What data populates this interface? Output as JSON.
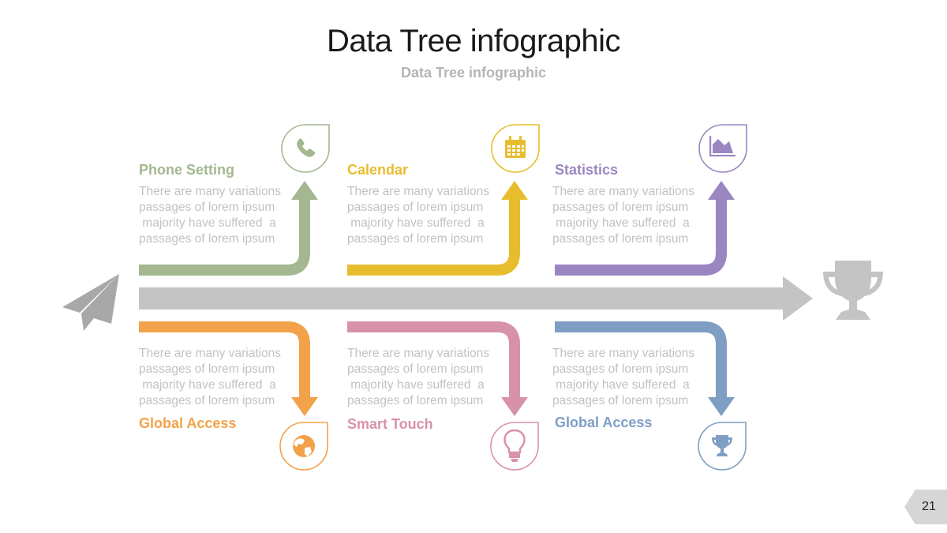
{
  "title": "Data Tree infographic",
  "subtitle": "Data Tree infographic",
  "page_number": "21",
  "colors": {
    "trunk": "#c4c4c4",
    "green": "#a3b890",
    "yellow": "#e7bd2e",
    "purple": "#9b86c2",
    "orange": "#f2a24a",
    "pink": "#d892a8",
    "blue": "#7f9ec4"
  },
  "branches": [
    {
      "label": "Phone Setting",
      "icon": "phone-icon",
      "color": "#a3b890",
      "text": "There are many variations\npassages of lorem ipsum\n majority have suffered  a\npassages of lorem ipsum"
    },
    {
      "label": "Calendar",
      "icon": "calendar-icon",
      "color": "#e7bd2e",
      "text": "There are many variations\npassages of lorem ipsum\n majority have suffered  a\npassages of lorem ipsum"
    },
    {
      "label": "Statistics",
      "icon": "area-chart-icon",
      "color": "#9b86c2",
      "text": "There are many variations\npassages of lorem ipsum\n majority have suffered  a\npassages of lorem ipsum"
    },
    {
      "label": "Global Access",
      "icon": "globe-icon",
      "color": "#f2a24a",
      "text": "There are many variations\npassages of lorem ipsum\n majority have suffered  a\npassages of lorem ipsum"
    },
    {
      "label": "Smart Touch",
      "icon": "lightbulb-icon",
      "color": "#d892a8",
      "text": "There are many variations\npassages of lorem ipsum\n majority have suffered  a\npassages of lorem ipsum"
    },
    {
      "label": "Global Access",
      "icon": "trophy-icon",
      "color": "#7f9ec4",
      "text": "There are many variations\npassages of lorem ipsum\n majority have suffered  a\npassages of lorem ipsum"
    }
  ],
  "start_icon": "paper-plane-icon",
  "end_icon": "trophy-icon"
}
